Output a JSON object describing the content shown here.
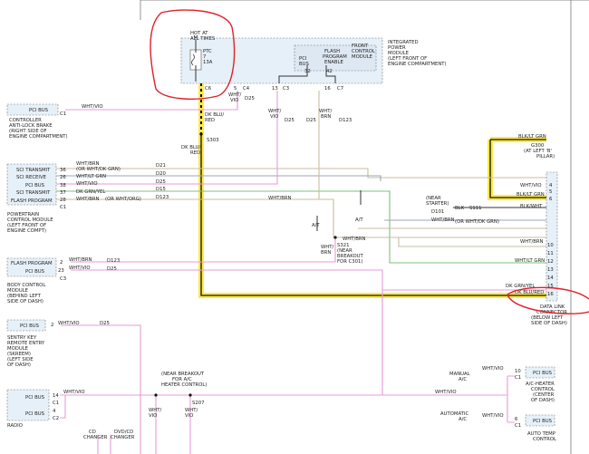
{
  "colors": {
    "highlight": "#ffe94a",
    "circle": "#e0202a",
    "pink_wire": "#e79bd8",
    "gray_wire": "#9ca6b0",
    "tan_wire": "#c9bda0",
    "green_wire": "#7cbf7c"
  },
  "ipm": {
    "hot_at_all_times": [
      "HOT AT",
      "ALL TIMES"
    ],
    "ptc": [
      "PTC",
      "7",
      "13A"
    ],
    "title": [
      "INTEGRATED",
      "POWER",
      "MODULE",
      "(LEFT FRONT OF",
      "ENGINE COMPARTMENT)"
    ],
    "fcm": [
      "FRONT",
      "CONTROL",
      "MODULE"
    ],
    "pci_bus": [
      "PCI",
      "BUS"
    ],
    "flash": [
      "FLASH",
      "PROGRAM",
      "ENABLE"
    ],
    "pins": [
      "C6",
      "5",
      "C4",
      "13",
      "C3",
      "16",
      "C7",
      "32",
      "42"
    ]
  },
  "abs": {
    "pci_label": "PCI BUS",
    "pin": "C1",
    "name": [
      "CONTROLLER",
      "ANTI-LOCK BRAKE",
      "(RIGHT SIDE OF",
      "ENGINE COMPARTMENT)"
    ]
  },
  "pcm": {
    "rows": [
      {
        "label": "SCI TRANSMIT",
        "pin": "36",
        "wire": "WHT/BRN",
        "alt": "(OR WHT/DK GRN)",
        "circuit": "D21"
      },
      {
        "label": "SCI RECEIVE",
        "pin": "26",
        "wire": "WHT/LT GRN",
        "alt": "",
        "circuit": "D20"
      },
      {
        "label": "PCI BUS",
        "pin": "38",
        "wire": "WHT/VIO",
        "alt": "",
        "circuit": "D25"
      },
      {
        "label": "SCI TRANSMIT",
        "pin": "37",
        "wire": "DK GRN/YEL",
        "alt": "",
        "circuit": "D15"
      },
      {
        "label": "FLASH PROGRAM",
        "pin": "28",
        "wire": "WHT/BRN",
        "alt": "(OR WHT/ORG)",
        "circuit": "D123"
      }
    ],
    "connector": "C1",
    "name": [
      "POWERTRAIN",
      "CONTROL MODULE",
      "(LEFT FRONT OF",
      "ENGINE COMPT)"
    ]
  },
  "bcm": {
    "rows": [
      {
        "label": "FLASH PROGRAM",
        "pin": "2",
        "wire": "WHT/BRN",
        "circuit": "D123"
      },
      {
        "label": "PCI BUS",
        "pin": "23",
        "wire": "WHT/VIO",
        "circuit": "D25"
      }
    ],
    "connector": "C3",
    "name": [
      "BODY CONTROL",
      "MODULE",
      "(BEHIND LEFT",
      "SIDE OF DASH)"
    ]
  },
  "skrem": {
    "pci_label": "PCI BUS",
    "pin": "2",
    "wire": "WHT/VIO",
    "circuit": "D25",
    "name": [
      "SENTRY KEY",
      "REMOTE ENTRY",
      "MODULE",
      "(SKREEM)",
      "(LEFT SIDE",
      "OF DASH)"
    ]
  },
  "radio": {
    "pins": [
      "14",
      "C1",
      "4",
      "C2"
    ],
    "wire": "WHT/VIO",
    "labels": [
      "PCI BUS",
      "PCI BUS"
    ],
    "name": "RADIO"
  },
  "changers": {
    "cd": [
      "CD",
      "CHANGER"
    ],
    "dvd": [
      "DVD/CD",
      "CHANGER"
    ]
  },
  "splices": {
    "s303": "S303",
    "s321": [
      "S321",
      "(NEAR",
      "BREAKOUT",
      "FOR C301)"
    ],
    "s207": "S207",
    "s111": "S111",
    "d101": "D101",
    "breakout": [
      "(NEAR BREAKOUT",
      "FOR A/C",
      "HEATER CONTROL)"
    ],
    "starter": [
      "(NEAR",
      "STARTER)"
    ],
    "blk": "BLK"
  },
  "wires": {
    "dk_blu_red": [
      "DK BLU/",
      "RED"
    ],
    "wht_vio": [
      "WHT/",
      "VIO"
    ],
    "wht_brn": [
      "WHT/",
      "BRN"
    ],
    "d25": "D25",
    "d123": "D123",
    "blk_lt_grn": "BLK/LT GRN",
    "blk_lt_grn2": "BLK/LT GRN",
    "blk_wht": "BLK/WHT",
    "wht_brn_r": "WHT/BRN",
    "alt_grn": "(OR WHT/DK GRN)",
    "wht_lt_grn": "WHT/LT GRN",
    "dk_grn_yel": "DK GRN/YEL",
    "dk_blu_red_r": "DK BLU/RED",
    "at": "A/T",
    "wht_vio_r": "WHT/VIO"
  },
  "ground": [
    "G300",
    "(AT LEFT 'B'",
    "PILLAR)"
  ],
  "dlc": {
    "pins": [
      "4",
      "5",
      "6",
      "10",
      "11",
      "12",
      "13",
      "14",
      "15",
      "16"
    ],
    "name": [
      "DATA LINK",
      "CONNECTOR",
      "(BELOW LEFT",
      "SIDE OF DASH)"
    ]
  },
  "ac": {
    "manual": [
      "MANUAL",
      "A/C"
    ],
    "automatic": [
      "AUTOMATIC",
      "A/C"
    ],
    "heater": [
      "A/C-HEATER",
      "CONTROL",
      "(CENTER",
      "OF DASH)"
    ],
    "auto_temp": [
      "AUTO TEMP",
      "CONTROL"
    ],
    "pins": [
      "10",
      "C1",
      "6",
      "C1"
    ],
    "pci_label": "PCI BUS"
  }
}
